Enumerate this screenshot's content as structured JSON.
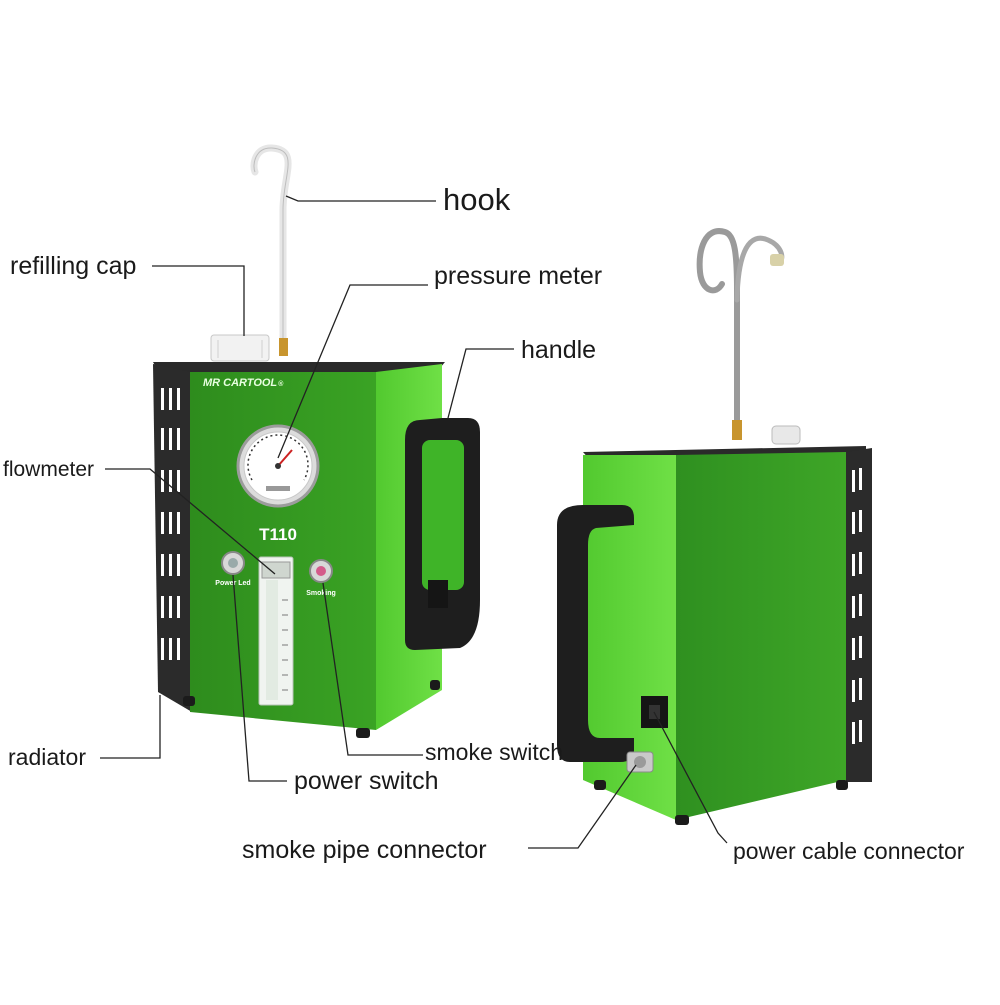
{
  "labels": {
    "hook": "hook",
    "refilling_cap": "refilling cap",
    "pressure_meter": "pressure meter",
    "handle": "handle",
    "flowmeter": "flowmeter",
    "radiator": "radiator",
    "smoke_switch": "smoke switch",
    "power_switch": "power switch",
    "smoke_pipe_connector": "smoke pipe connector",
    "power_cable_connector": "power cable connector"
  },
  "device": {
    "brand": "MR CARTOOL",
    "registered": "®",
    "model": "T110",
    "power_led_label": "Power Led",
    "smoking_label": "Smoking"
  },
  "colors": {
    "body_green": "#5fd43a",
    "body_green_dark": "#2f8f1e",
    "panel_dark": "#2a2a2a",
    "leader_line": "#222222"
  }
}
